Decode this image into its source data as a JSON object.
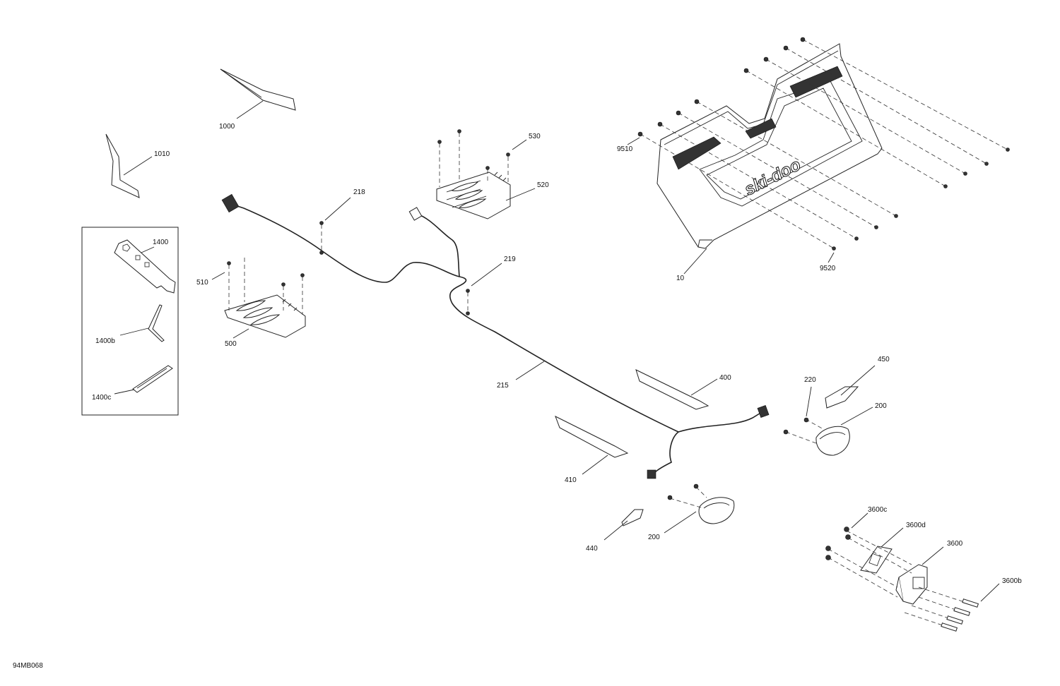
{
  "diagram_code": "94MB068",
  "brand_text": "ski-doo",
  "callouts": {
    "c1000": "1000",
    "c1010": "1010",
    "c530": "530",
    "c520": "520",
    "c218": "218",
    "c1400": "1400",
    "c510": "510",
    "c219": "219",
    "c500": "500",
    "c1400b": "1400b",
    "c1400c": "1400c",
    "c215": "215",
    "c400": "400",
    "c410": "410",
    "c450": "450",
    "c220": "220",
    "c200a": "200",
    "c200b": "200",
    "c440": "440",
    "c9510": "9510",
    "c9520": "9520",
    "c10": "10",
    "c3600c": "3600c",
    "c3600d": "3600d",
    "c3600": "3600",
    "c3600b": "3600b"
  }
}
